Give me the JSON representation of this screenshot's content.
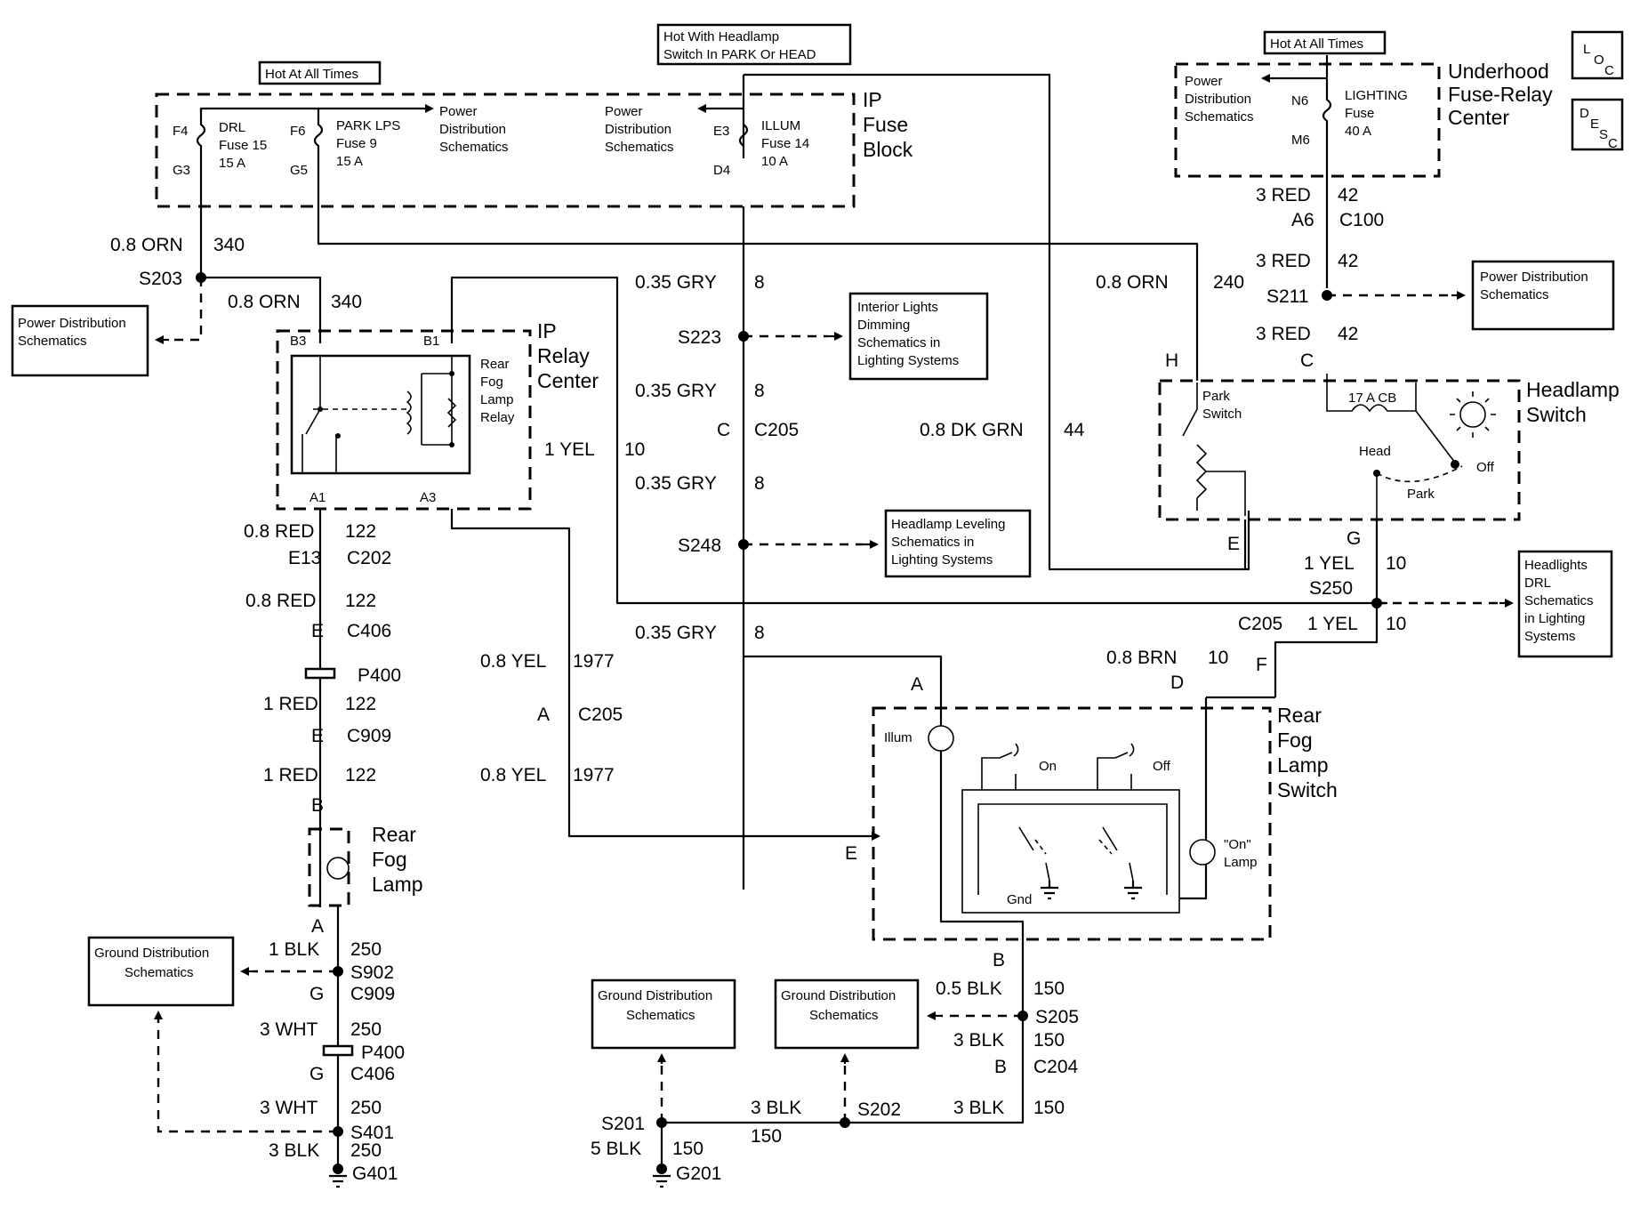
{
  "diagram": {
    "hot_labels": {
      "hot_at_all_times_1": "Hot At All Times",
      "hot_with_headlamp_1": "Hot With Headlamp",
      "hot_with_headlamp_2": "Switch In PARK Or HEAD",
      "hot_at_all_times_2": "Hot At All Times"
    },
    "loc_desc": {
      "loc": "LOC",
      "desc": "DESC"
    },
    "ip_fuse_block": {
      "title": [
        "IP",
        "Fuse",
        "Block"
      ],
      "drl_fuse": [
        "DRL",
        "Fuse 15",
        "15 A"
      ],
      "park_fuse": [
        "PARK LPS",
        "Fuse 9",
        "15 A"
      ],
      "illum_fuse": [
        "ILLUM",
        "Fuse 14",
        "10 A"
      ],
      "pins": {
        "f4": "F4",
        "g3": "G3",
        "f6": "F6",
        "g5": "G5",
        "e3": "E3",
        "d4": "D4"
      },
      "pds_right": [
        "Power",
        "Distribution",
        "Schematics"
      ],
      "pds_left": [
        "Power",
        "Distribution",
        "Schematics"
      ]
    },
    "underhood": {
      "title": [
        "Underhood",
        "Fuse-Relay",
        "Center"
      ],
      "pds": [
        "Power",
        "Distribution",
        "Schematics"
      ],
      "fuse": [
        "LIGHTING",
        "Fuse",
        "40 A"
      ],
      "pins": {
        "n6": "N6",
        "m6": "M6"
      }
    },
    "wires": {
      "w_orn340_a": "0.8 ORN",
      "c_340_a": "340",
      "w_orn340_b": "0.8 ORN",
      "c_340_b": "340",
      "s203": "S203",
      "w_gry_1": "0.35 GRY",
      "c_8_1": "8",
      "s223": "S223",
      "w_gry_2": "0.35 GRY",
      "c_8_2": "8",
      "c205_pin_c": "C",
      "c205_a": "C205",
      "w_gry_3": "0.35 GRY",
      "c_8_3": "8",
      "s248": "S248",
      "w_gry_4": "0.35 GRY",
      "c_8_4": "8",
      "w_yel10_a": "1 YEL",
      "c_10_a": "10",
      "w_dkgrn": "0.8 DK GRN",
      "c_44": "44",
      "w_orn240": "0.8 ORN",
      "c_240": "240",
      "w_red42_1": "3 RED",
      "c_42_1": "42",
      "pin_a6": "A6",
      "c100": "C100",
      "w_red42_2": "3 RED",
      "c_42_2": "42",
      "s211": "S211",
      "w_red42_3": "3 RED",
      "c_42_3": "42",
      "pin_c_hs": "C",
      "pin_h_hs": "H",
      "pin_e_hs": "E",
      "pin_g_hs": "G",
      "w_yel10_b": "1 YEL",
      "c_10_b": "10",
      "s250": "S250",
      "c205_b": "C205",
      "w_yel10_c": "1 YEL",
      "c_10_c": "10",
      "w_brn": "0.8 BRN",
      "c_10_d": "10",
      "pin_f": "F",
      "pin_d": "D",
      "pin_a_rfs": "A",
      "pin_e_rfs": "E",
      "pin_b_rfs": "B",
      "w_red122_1": "0.8 RED",
      "c_122_1": "122",
      "pin_e13": "E13",
      "c202": "C202",
      "w_red122_2": "0.8 RED",
      "c_122_2": "122",
      "pin_e_c406": "E",
      "c406_a": "C406",
      "p400_a": "P400",
      "w_red122_3": "1 RED",
      "c_122_3": "122",
      "pin_e_c909": "E",
      "c909_a": "C909",
      "w_red122_4": "1 RED",
      "c_122_4": "122",
      "pin_b_lamp": "B",
      "pin_a_lamp": "A",
      "w_yel1977_a": "0.8 YEL",
      "c_1977_a": "1977",
      "pin_a_c205": "A",
      "c205_c": "C205",
      "w_yel1977_b": "0.8 YEL",
      "c_1977_b": "1977",
      "w_blk250_1": "1 BLK",
      "c_250_1": "250",
      "s902": "S902",
      "pin_g_c909": "G",
      "c909_b": "C909",
      "w_wht250_1": "3 WHT",
      "c_250_2": "250",
      "p400_b": "P400",
      "pin_g_c406": "G",
      "c406_b": "C406",
      "w_wht250_2": "3 WHT",
      "c_250_3": "250",
      "s401": "S401",
      "w_blk250_2": "3 BLK",
      "c_250_4": "250",
      "g401": "G401",
      "w_blk150_1": "0.5 BLK",
      "c_150_1": "150",
      "s205": "S205",
      "w_blk150_2": "3 BLK",
      "c_150_2": "150",
      "pin_b_c204": "B",
      "c204": "C204",
      "w_blk150_3": "3 BLK",
      "c_150_3": "150",
      "w_blk150_4": "3 BLK",
      "c_150_4": "150",
      "s201": "S201",
      "s202": "S202",
      "w_blk150_5": "5 BLK",
      "c_150_5": "150",
      "g201": "G201"
    },
    "relay_center": {
      "title": [
        "IP",
        "Relay",
        "Center"
      ],
      "relay": [
        "Rear",
        "Fog",
        "Lamp",
        "Relay"
      ],
      "pins": {
        "b3": "B3",
        "b1": "B1",
        "a1": "A1",
        "a3": "A3"
      }
    },
    "headlamp_switch": {
      "title": [
        "Headlamp",
        "Switch"
      ],
      "park": [
        "Park",
        "Switch"
      ],
      "cb": "17 A CB",
      "head": "Head",
      "park_pos": "Park",
      "off": "Off"
    },
    "rear_fog_switch": {
      "title": [
        "Rear",
        "Fog",
        "Lamp",
        "Switch"
      ],
      "illum": "Illum",
      "on": "On",
      "off": "Off",
      "on_lamp": [
        "\"On\"",
        "Lamp"
      ],
      "gnd": "Gnd"
    },
    "rear_fog_lamp": [
      "Rear",
      "Fog",
      "Lamp"
    ],
    "boxes": {
      "pds_left": [
        "Power Distribution",
        "Schematics"
      ],
      "pds_right": [
        "Power Distribution",
        "Schematics"
      ],
      "interior": [
        "Interior Lights",
        "Dimming",
        "Schematics in",
        "Lighting Systems"
      ],
      "leveling": [
        "Headlamp Leveling",
        "Schematics in",
        "Lighting Systems"
      ],
      "drl": [
        "Headlights",
        "DRL",
        "Schematics",
        "in Lighting",
        "Systems"
      ],
      "gnd_left": [
        "Ground Distribution",
        "Schematics"
      ],
      "gnd_mid1": [
        "Ground Distribution",
        "Schematics"
      ],
      "gnd_mid2": [
        "Ground Distribution",
        "Schematics"
      ]
    }
  }
}
